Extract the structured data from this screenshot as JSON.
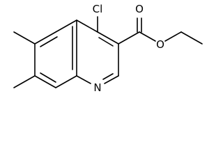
{
  "molecule": {
    "atoms": {
      "chlorine": "Cl",
      "ring_nitrogen": "N",
      "carbonyl_oxygen": "O",
      "ester_oxygen": "O"
    }
  },
  "colors": {
    "bond": "#000000",
    "background": "#ffffff"
  }
}
